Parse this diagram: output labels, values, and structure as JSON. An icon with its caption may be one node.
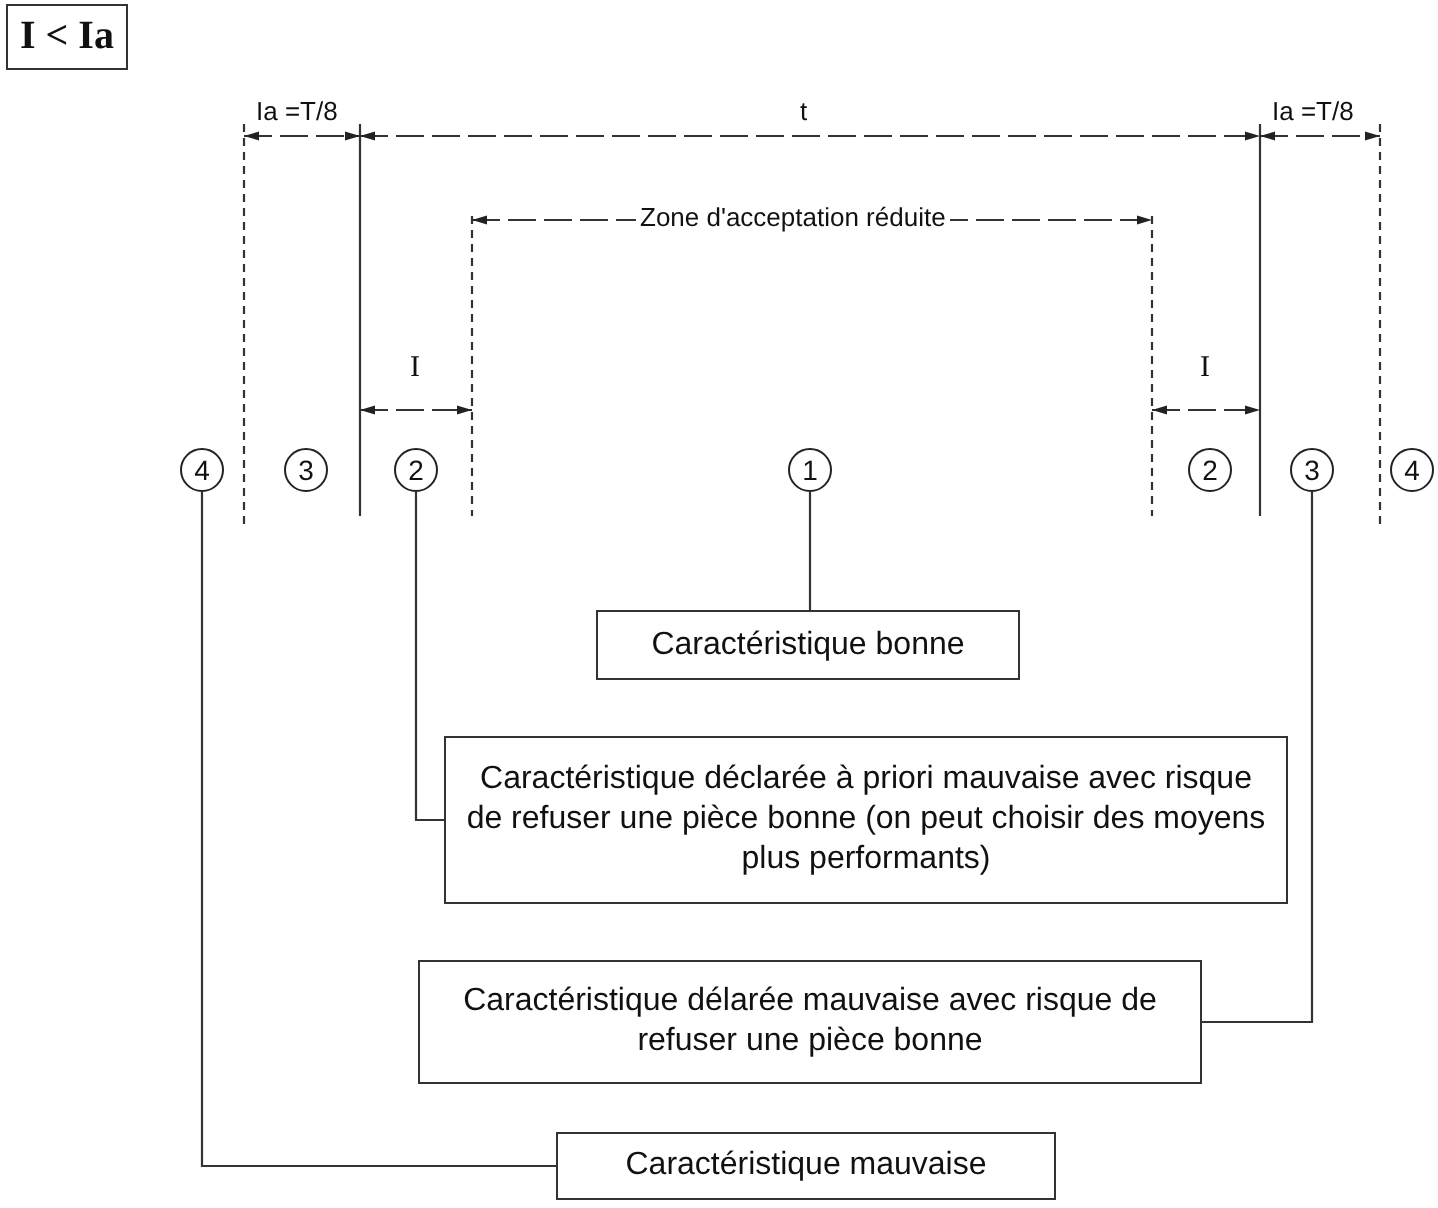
{
  "diagram": {
    "title": "I < Ia",
    "nodes": [
      {
        "text": [
          "4"
        ]
      },
      {
        "text": [
          "3"
        ]
      },
      {
        "text": [
          "2"
        ]
      },
      {
        "text": [
          "1"
        ]
      },
      {
        "text": [
          "2"
        ]
      },
      {
        "text": [
          "3"
        ]
      },
      {
        "text": [
          "4"
        ]
      },
      {
        "text": [
          "Caractéristique bonne"
        ]
      },
      {
        "text": [
          "Caractéristique déclarée à priori mauvaise avec risque de refuser une pièce bonne (on peut choisir des moyens plus performants)"
        ]
      },
      {
        "text": [
          "Caractéristique délarée mauvaise avec risque de refuser une pièce bonne"
        ]
      },
      {
        "text": [
          "Caractéristique mauvaise"
        ]
      }
    ],
    "edges": [
      {
        "from": 3,
        "to": 7,
        "arrow": "none"
      },
      {
        "from": 2,
        "to": 8,
        "arrow": "none"
      },
      {
        "from": 5,
        "to": 9,
        "arrow": "none"
      },
      {
        "from": 0,
        "to": 10,
        "arrow": "none"
      }
    ],
    "labels": [
      "Ia =T/8",
      "t",
      "Ia =T/8",
      "Zone d'acceptation réduite",
      "I",
      "I"
    ]
  }
}
